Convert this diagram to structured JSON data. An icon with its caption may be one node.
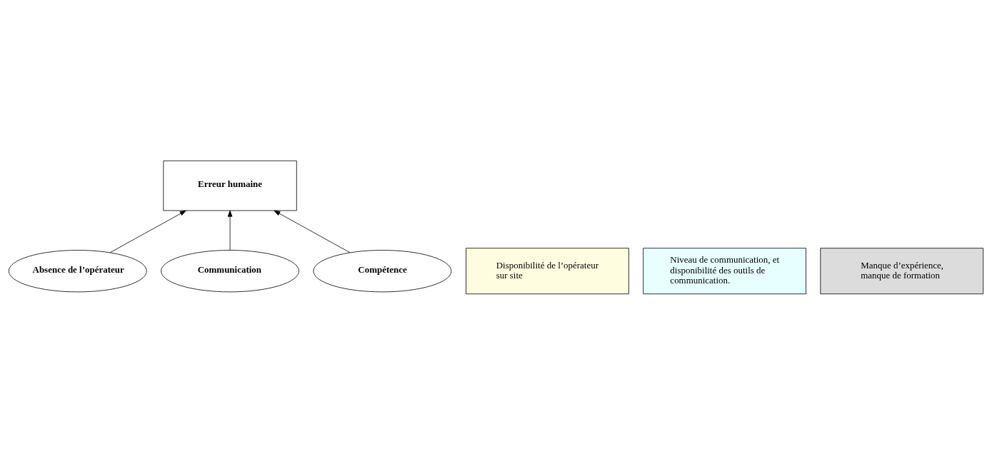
{
  "diagram": {
    "nodes": [
      {
        "text": [
          "Erreur humaine"
        ]
      },
      {
        "text": [
          "Absence de l’opérateur"
        ]
      },
      {
        "text": [
          "Communication"
        ]
      },
      {
        "text": [
          "Compétence"
        ]
      },
      {
        "text": [
          "Disponibilité de l’opérateur sur site"
        ]
      },
      {
        "text": [
          "Niveau de communication, et disponibilité des outils de communication."
        ]
      },
      {
        "text": [
          "Manque d’expérience, manque de formation"
        ]
      }
    ],
    "edges": [
      {
        "from": 1,
        "to": 0,
        "arrow": "to"
      },
      {
        "from": 2,
        "to": 0,
        "arrow": "to"
      },
      {
        "from": 3,
        "to": 0,
        "arrow": "to"
      }
    ]
  }
}
